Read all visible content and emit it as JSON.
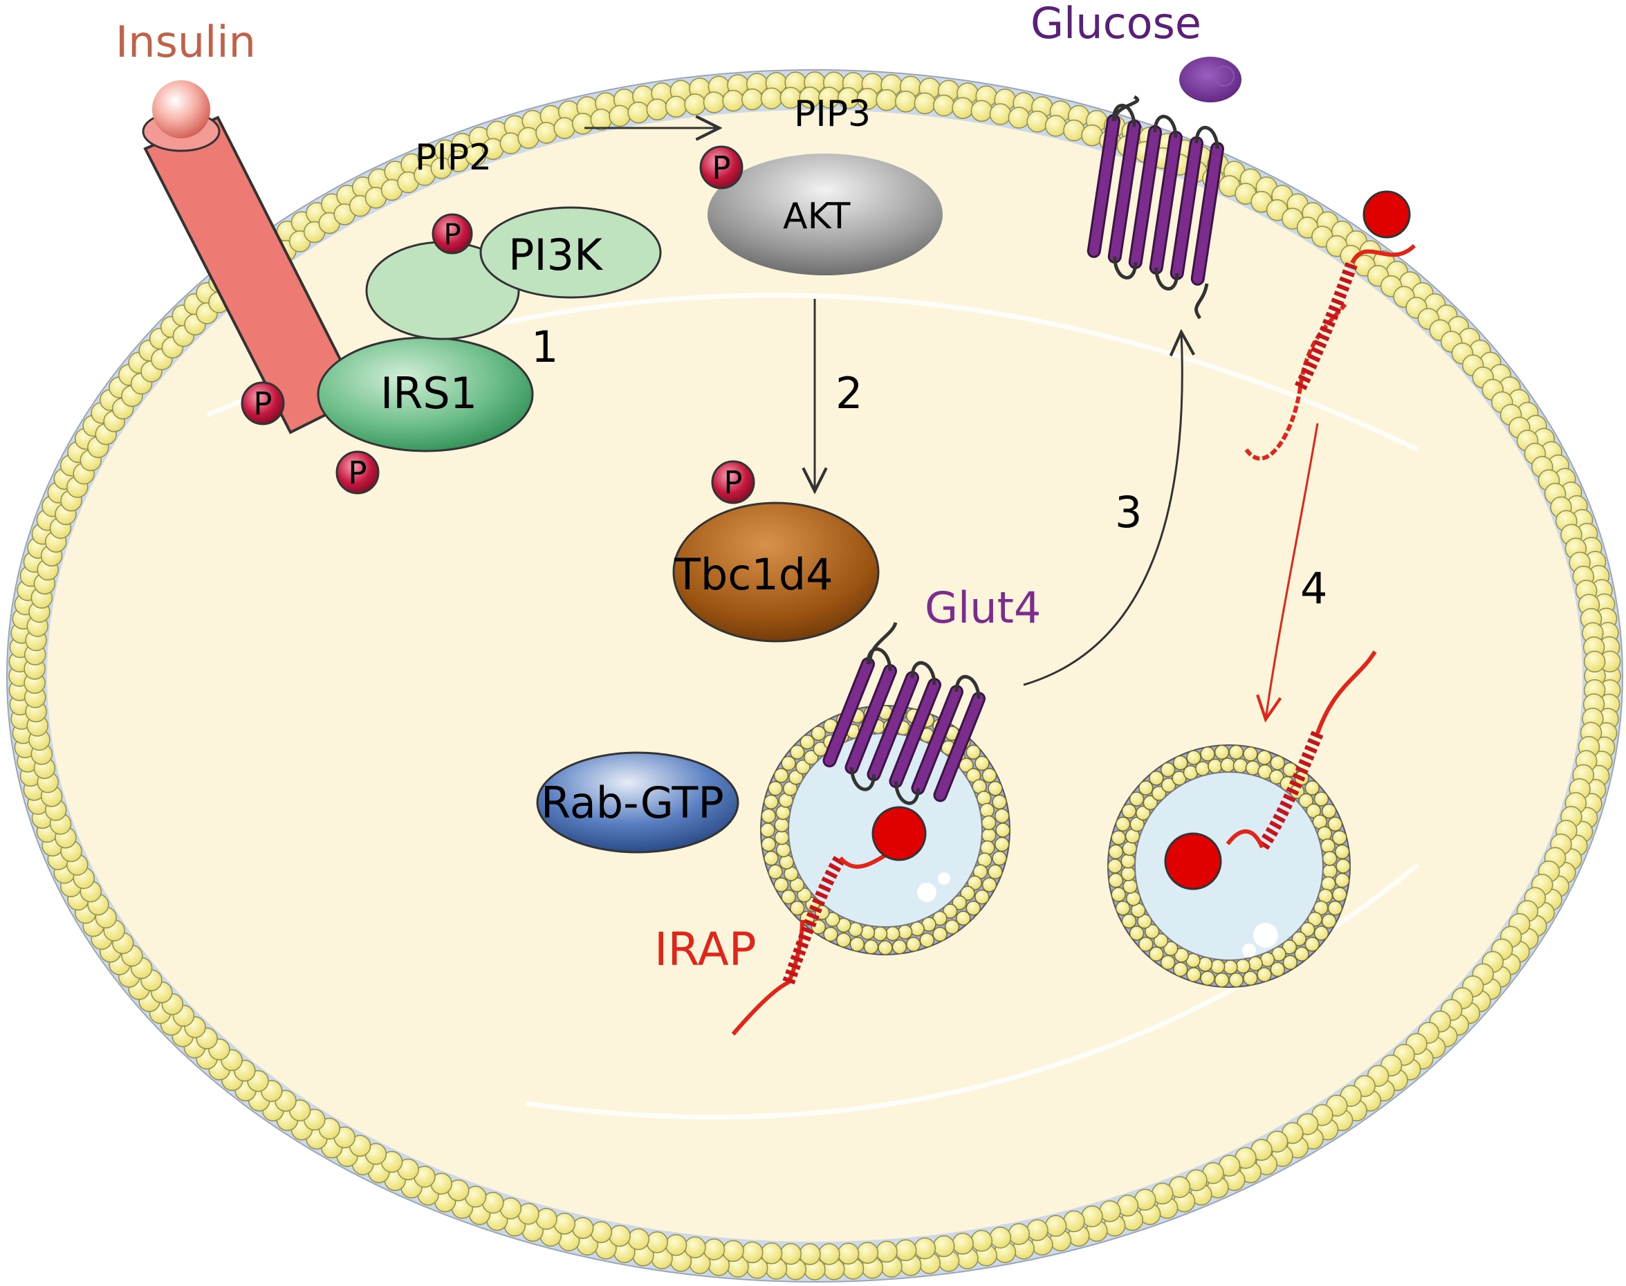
{
  "labels": {
    "insulin": "Insulin",
    "glucose": "Glucose",
    "pip2": "PIP2",
    "pip3": "PIP3",
    "akt": "AKT",
    "pi3k": "PI3K",
    "irs1": "IRS1",
    "tbc1d4": "Tbc1d4",
    "glut4": "Glut4",
    "rab_gtp": "Rab-GTP",
    "irap": "IRAP",
    "phospho": "P"
  },
  "steps": [
    "1",
    "2",
    "3",
    "4"
  ],
  "colors": {
    "insulin": "#c0624a",
    "glucose": "#5b1f7a",
    "irap": "#e0261a",
    "cytoplasm": "#fdf4dc",
    "lipid_head": "#f4ec8c",
    "receptor": "#ee7a74",
    "irs1": "#6fbf8a",
    "pi3k": "#bfe3bf",
    "akt": "#8f8f8f",
    "tbc1d4": "#9c5412",
    "rab": "#3b63a8",
    "glut4_helix": "#7b2c8c",
    "phospho": "#c4173e",
    "vesicle_lumen": "#dcecf5"
  },
  "icons": {
    "insulin_ligand": "sphere-icon",
    "glucose_molecule": "glucose-icon",
    "phosphate": "phosphate-icon",
    "transporter": "glut4-transporter-icon",
    "irap_protein": "irap-protein-icon",
    "vesicle": "vesicle-icon"
  }
}
